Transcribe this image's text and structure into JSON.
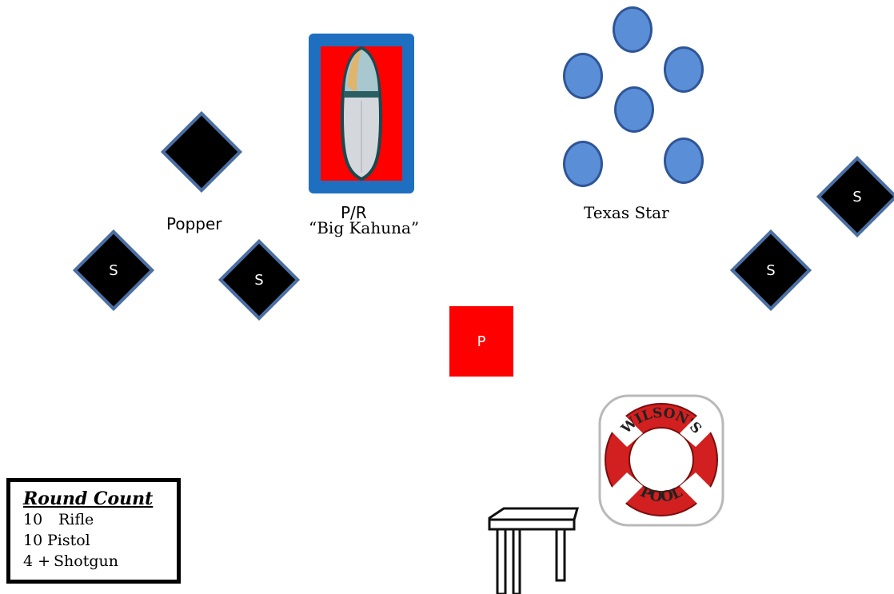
{
  "targets": {
    "popper_label": "Popper",
    "pr_label": "P/R",
    "big_kahuna_label": "“Big Kahuna”",
    "texas_star_label": "Texas Star",
    "shotgun_target_label": "S",
    "pistol_position_label": "P"
  },
  "logo": {
    "top_text": "WILSON'S",
    "bottom_text": "POOL"
  },
  "round_count": {
    "title": "Round Count",
    "rows": [
      {
        "count": "10",
        "weapon": "Rifle"
      },
      {
        "count": "10",
        "weapon": "Pistol"
      },
      {
        "count": "4 +",
        "weapon": "Shotgun"
      }
    ]
  },
  "colors": {
    "accent_red": "#ff0000",
    "frame_blue": "#1f6fc1",
    "plate_blue": "#5a8fd8"
  }
}
